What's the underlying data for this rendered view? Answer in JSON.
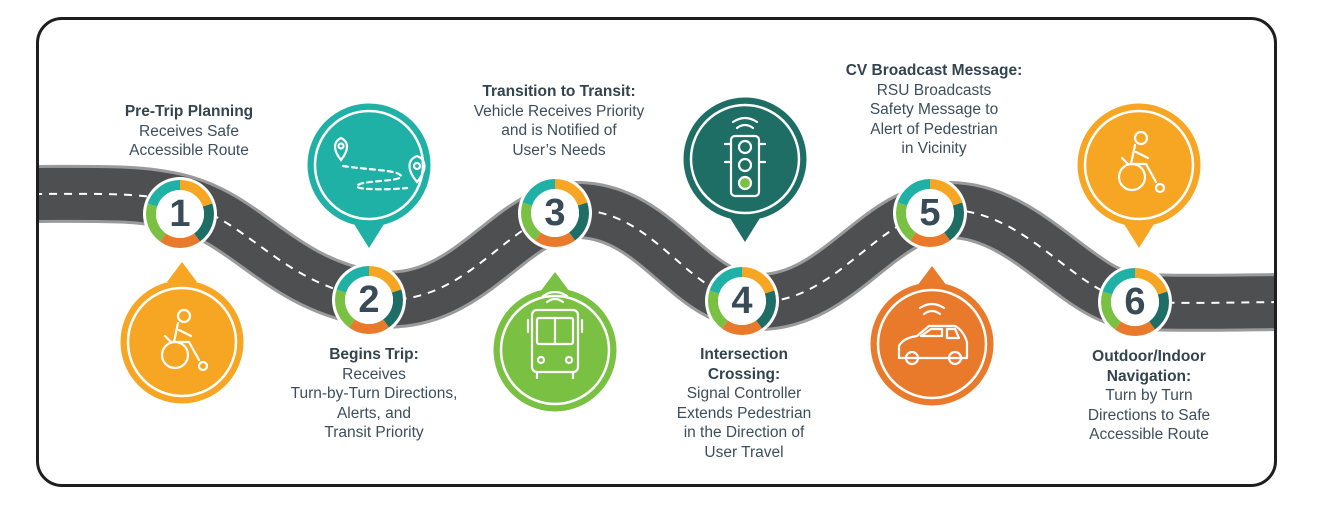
{
  "colors": {
    "road": "#4e4f50",
    "road_edge": "#9a9a9a",
    "teal": "#1fb0a6",
    "dark_teal": "#1e6e66",
    "orange": "#f6a623",
    "deep_orange": "#e97a2c",
    "green": "#7ac143",
    "text": "#3d4e5c"
  },
  "steps": [
    {
      "number": "1",
      "title": "Pre-Trip Planning",
      "lines": [
        "Receives Safe",
        "Accessible Route"
      ],
      "icon": "wheelchair-user-icon"
    },
    {
      "number": "2",
      "title": "Begins Trip:",
      "lines": [
        "Receives",
        "Turn-by-Turn Directions,",
        "Alerts, and",
        "Transit Priority"
      ],
      "icon": "map-route-icon"
    },
    {
      "number": "3",
      "title": "Transition to Transit:",
      "lines": [
        "Vehicle Receives Priority",
        "and is Notified of",
        "User’s Needs"
      ],
      "icon": "bus-signal-icon"
    },
    {
      "number": "4",
      "title": "Intersection",
      "title2": "Crossing:",
      "lines": [
        "Signal Controller",
        "Extends Pedestrian",
        "in the Direction of",
        "User Travel"
      ],
      "icon": "traffic-light-icon"
    },
    {
      "number": "5",
      "title": "CV Broadcast Message:",
      "lines": [
        "RSU Broadcasts",
        "Safety Message to",
        "Alert of Pedestrian",
        "in Vicinity"
      ],
      "icon": "connected-car-icon"
    },
    {
      "number": "6",
      "title": "Outdoor/Indoor",
      "title2": "Navigation:",
      "lines": [
        "Turn by Turn",
        "Directions to Safe",
        "Accessible Route"
      ],
      "icon": "wheelchair-user-icon"
    }
  ]
}
